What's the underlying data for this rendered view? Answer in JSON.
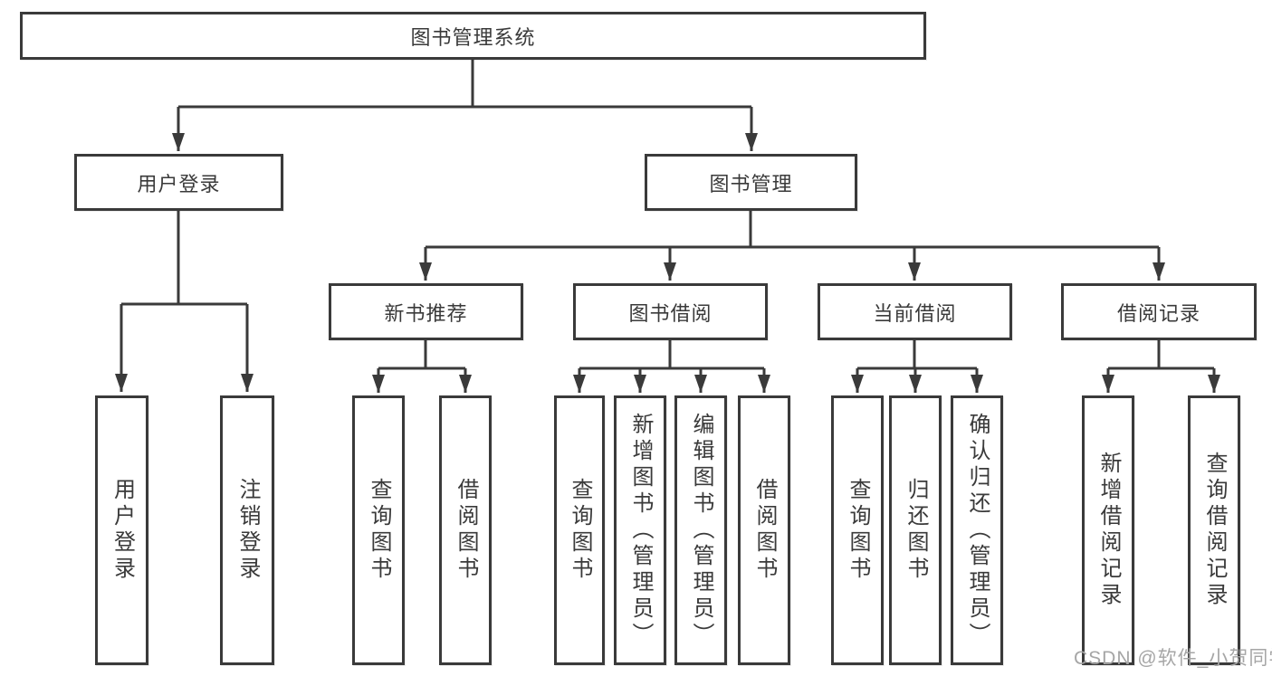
{
  "tree": {
    "root": "图书管理系统",
    "branches": [
      {
        "label": "用户登录",
        "children": [
          "用户登录",
          "注销登录"
        ]
      },
      {
        "label": "图书管理",
        "children": [
          {
            "label": "新书推荐",
            "children": [
              "查询图书",
              "借阅图书"
            ]
          },
          {
            "label": "图书借阅",
            "children": [
              "查询图书",
              "新增图书（管理员）",
              "编辑图书（管理员）",
              "借阅图书"
            ]
          },
          {
            "label": "当前借阅",
            "children": [
              "查询图书",
              "归还图书",
              "确认归还（管理员）"
            ]
          },
          {
            "label": "借阅记录",
            "children": [
              "新增借阅记录",
              "查询借阅记录"
            ]
          }
        ]
      }
    ]
  },
  "watermark": "CSDN @软件_小贺同学",
  "colors": {
    "line": "#3a3a3a",
    "text": "#3a3a3a",
    "watermark": "#a6a6a6",
    "background": "#ffffff"
  }
}
